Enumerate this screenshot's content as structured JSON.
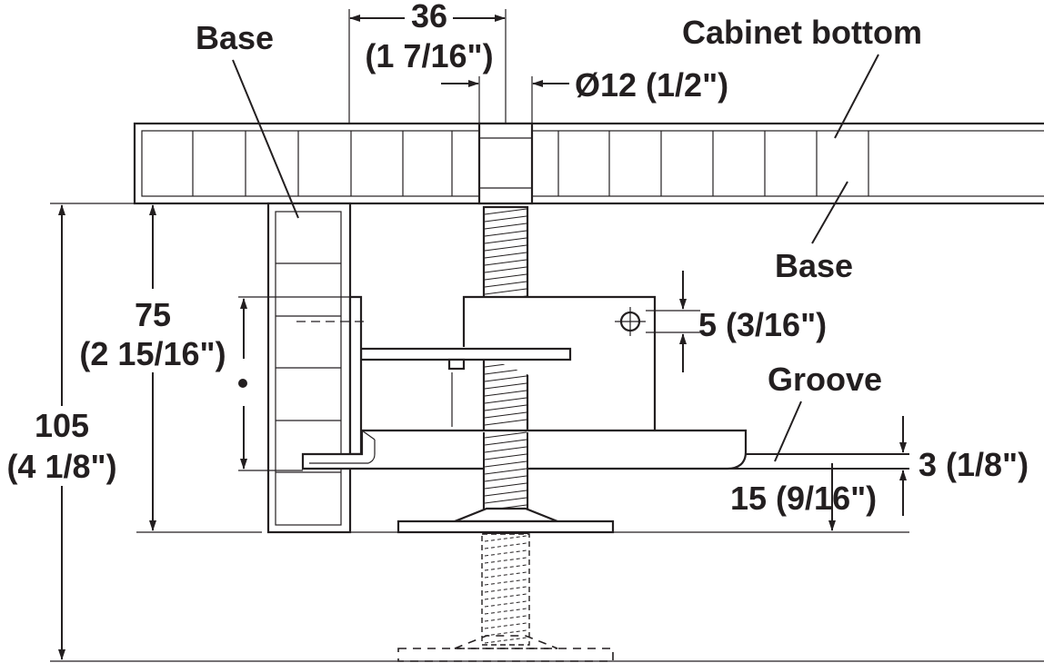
{
  "labels": {
    "base_top": "Base",
    "cabinet_bottom": "Cabinet bottom",
    "base_right": "Base",
    "groove": "Groove"
  },
  "dimensions": {
    "width_mm": "36",
    "width_in": "(1 7/16\")",
    "diameter": "Ø12 (1/2\")",
    "hole": "5 (3/16\")",
    "height_75_mm": "75",
    "height_75_in": "(2 15/16\")",
    "height_105_mm": "105",
    "height_105_in": "(4 1/8\")",
    "groove_depth": "3 (1/8\")",
    "groove_height": "15 (9/16\")"
  },
  "colors": {
    "ink": "#231f20",
    "background": "#ffffff"
  }
}
